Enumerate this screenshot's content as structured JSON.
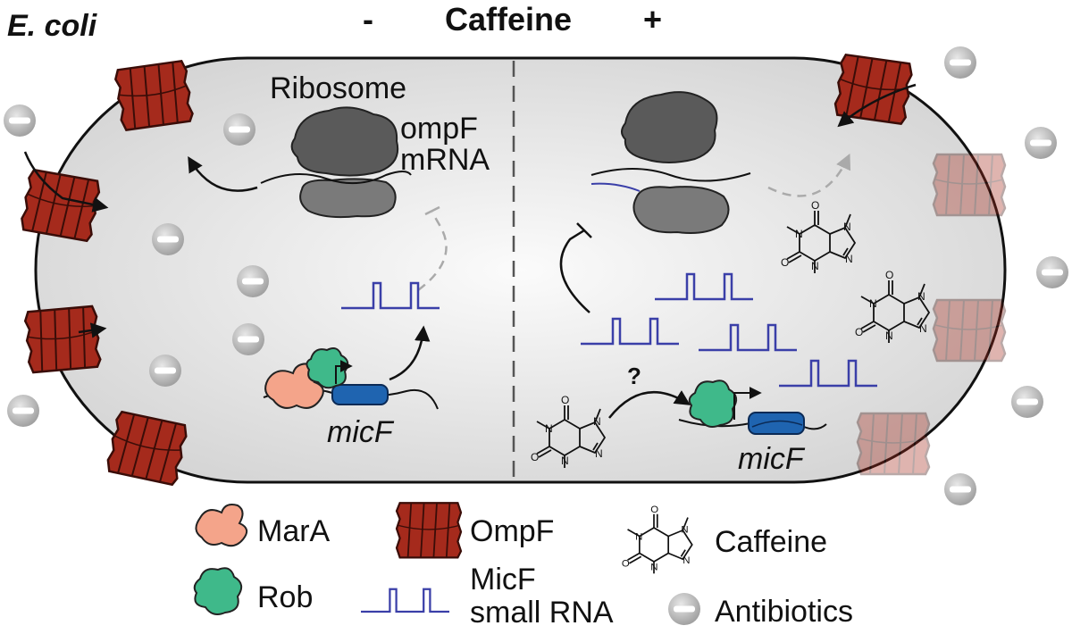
{
  "header": {
    "organism": "E. coli",
    "minus": "-",
    "title": "Caffeine",
    "plus": "+"
  },
  "labels": {
    "ribosome": "Ribosome",
    "ompf_line1": "ompF",
    "ompf_line2": "mRNA",
    "micf_left": "micF",
    "micf_right": "micF",
    "question": "?"
  },
  "molecule_atoms": {
    "O": "O",
    "N": "N"
  },
  "legend": {
    "mara": "MarA",
    "ompf": "OmpF",
    "caffeine": "Caffeine",
    "rob": "Rob",
    "micf_line1": "MicF",
    "micf_line2": "small RNA",
    "antibiotics": "Antibiotics"
  },
  "colors": {
    "mara": "#f4a48a",
    "rob": "#3fb98a",
    "ompf": "#a52a1c",
    "micf_rna": "#3a3fa8",
    "micf_gene": "#1f64b0",
    "ribosome": "#555555",
    "antibiotic": "#bdbdbd",
    "cell_fill": "#e6e6e6"
  }
}
